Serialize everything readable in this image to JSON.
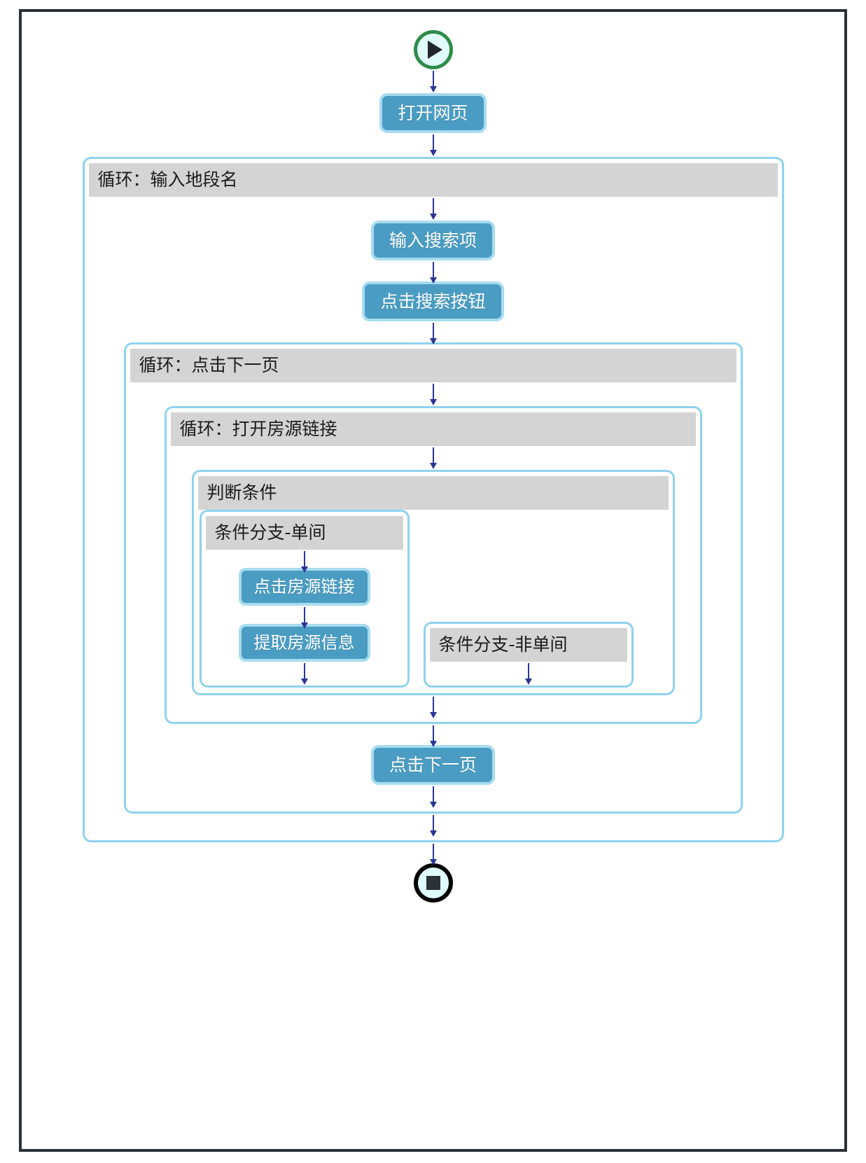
{
  "diagram": {
    "title_text": "",
    "colors": {
      "frame_border": "#2b3038",
      "block_border": "#8fd2ee",
      "block_header_bg": "#d4d4d4",
      "action_fill": "#4a9cc2",
      "action_border": "#a7dcf0",
      "arrow": "#2c3595",
      "start_ring": "#2e8b48",
      "end_ring": "#050505",
      "node_fill": "#e0fbfb"
    },
    "start_node": {
      "icon": "play-icon",
      "label": ""
    },
    "end_node": {
      "icon": "stop-icon",
      "label": ""
    },
    "steps": {
      "open_page": "打开网页",
      "input_search_term": "输入搜索项",
      "click_search_button": "点击搜索按钮",
      "click_listing_link": "点击房源链接",
      "extract_listing_info": "提取房源信息",
      "click_next_page": "点击下一页"
    },
    "loops": {
      "loop_area_name": "循环：输入地段名",
      "loop_next_page": "循环：点击下一页",
      "loop_open_listing": "循环：打开房源链接"
    },
    "condition": {
      "header": "判断条件",
      "branch_single": "条件分支-单间",
      "branch_non_single": "条件分支-非单间"
    }
  }
}
